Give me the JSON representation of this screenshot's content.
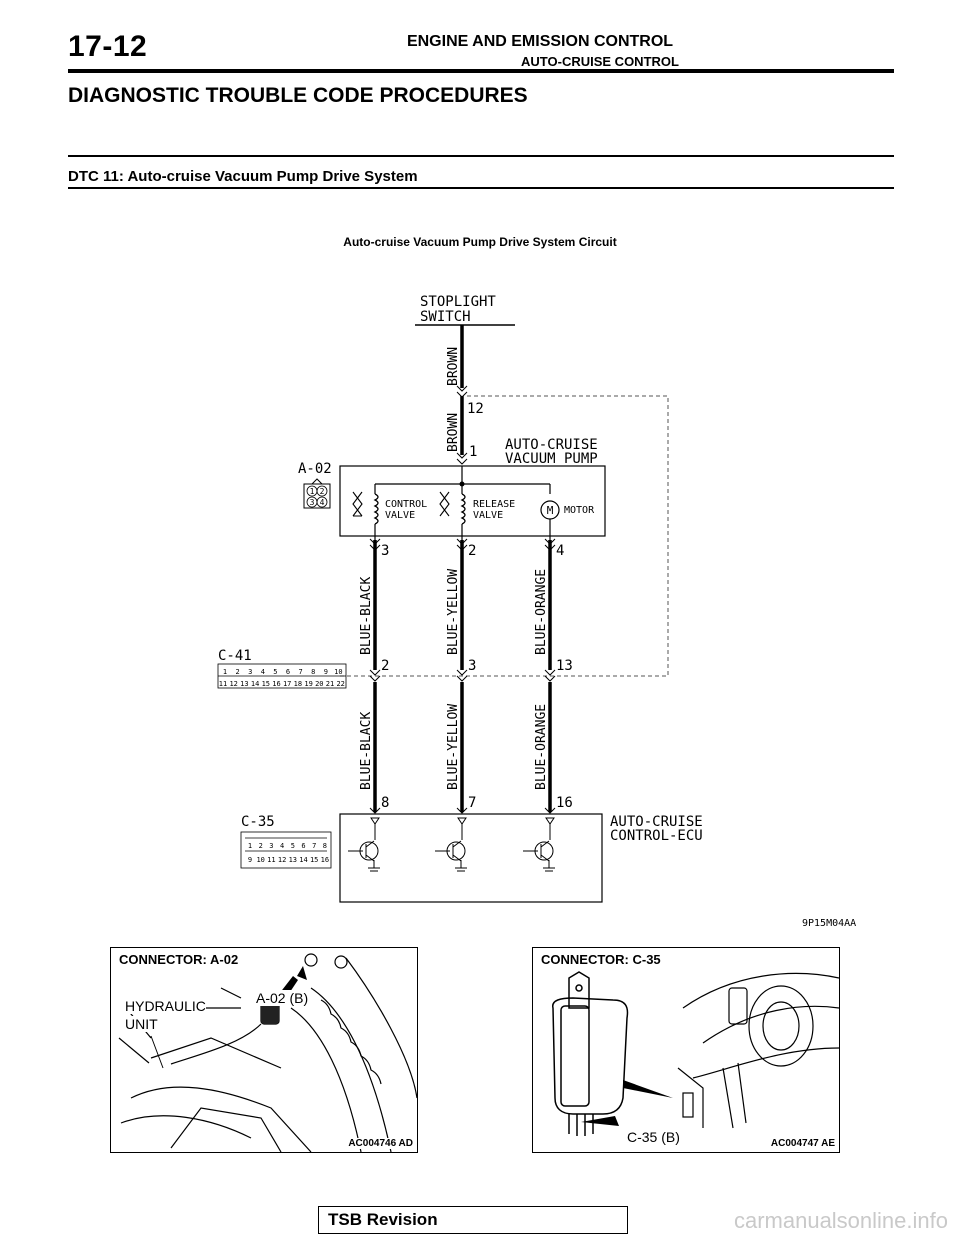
{
  "header": {
    "page_number": "17-12",
    "title": "ENGINE AND EMISSION CONTROL",
    "subtitle": "AUTO-CRUISE CONTROL"
  },
  "section_title": "DIAGNOSTIC TROUBLE CODE PROCEDURES",
  "dtc_title": "DTC 11: Auto-cruise Vacuum Pump Drive System",
  "figure": {
    "title": "Auto-cruise Vacuum Pump Drive System Circuit",
    "code": "9P15M04AA",
    "stoplight_line1": "STOPLIGHT",
    "stoplight_line2": "SWITCH",
    "pump_line1": "AUTO-CRUISE",
    "pump_line2": "VACUUM PUMP",
    "control_valve_line1": "CONTROL",
    "control_valve_line2": "VALVE",
    "release_valve_line1": "RELEASE",
    "release_valve_line2": "VALVE",
    "motor_symbol": "M",
    "motor_label": "MOTOR",
    "ecu_line1": "AUTO-CRUISE",
    "ecu_line2": "CONTROL-ECU",
    "conn_a02": "A-02",
    "conn_c41": "C-41",
    "conn_c35": "C-35",
    "a02_pins": [
      "1",
      "2",
      "3",
      "4"
    ],
    "c41_pins_top": [
      "1",
      "2",
      "3",
      "4",
      "5",
      "6",
      "7",
      "8",
      "9",
      "10"
    ],
    "c41_pins_bottom": [
      "11",
      "12",
      "13",
      "14",
      "15",
      "16",
      "17",
      "18",
      "19",
      "20",
      "21",
      "22"
    ],
    "c35_pins_top": [
      "1",
      "2",
      "3",
      "4",
      "5",
      "6",
      "7",
      "8"
    ],
    "c35_pins_bottom": [
      "9",
      "10",
      "11",
      "12",
      "13",
      "14",
      "15",
      "16"
    ],
    "wire_brown_upper": "BROWN",
    "wire_brown_lower": "BROWN",
    "pin_12": "12",
    "pin_1": "1",
    "pump_pins": [
      "3",
      "2",
      "4"
    ],
    "c41_wire_pins": [
      "2",
      "3",
      "13"
    ],
    "ecu_pins": [
      "8",
      "7",
      "16"
    ],
    "wires_upper": [
      "BLUE-BLACK",
      "BLUE-YELLOW",
      "BLUE-ORANGE"
    ],
    "wires_lower": [
      "BLUE-BLACK",
      "BLUE-YELLOW",
      "BLUE-ORANGE"
    ]
  },
  "photos": [
    {
      "heading": "CONNECTOR: A-02",
      "label1": "HYDRAULIC",
      "label2": "UNIT",
      "callout": "A-02 (B)",
      "code": "AC004746 AD"
    },
    {
      "heading": "CONNECTOR: C-35",
      "callout": "C-35 (B)",
      "code": "AC004747 AE"
    }
  ],
  "footer": {
    "tsb": "TSB Revision",
    "site": "carmanualsonline.info"
  }
}
